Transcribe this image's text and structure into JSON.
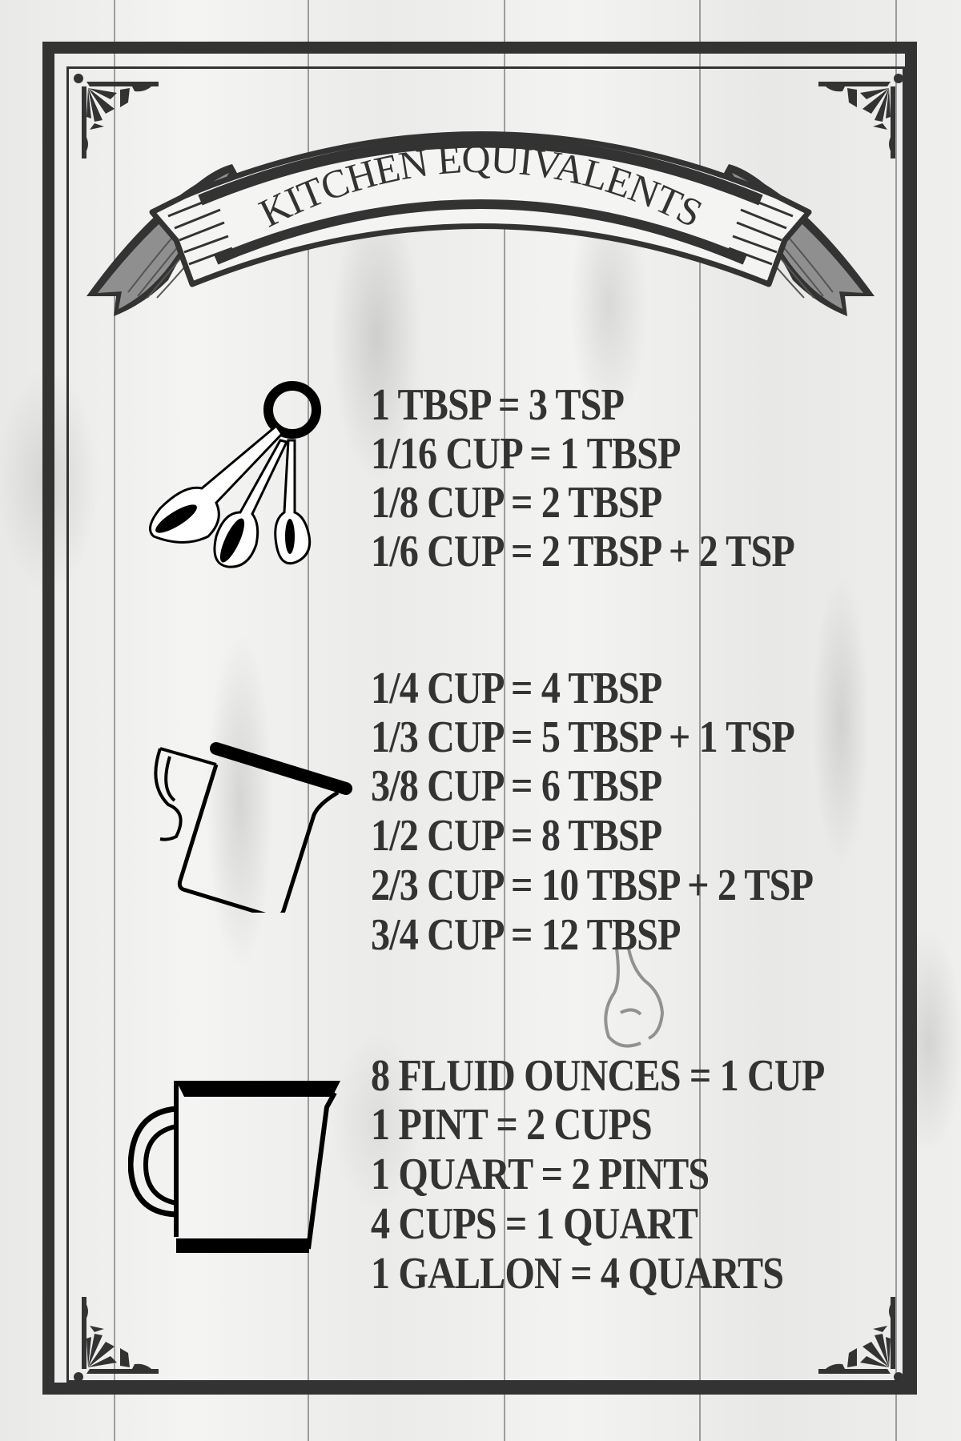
{
  "title": "KITCHEN EQUIVALENTS",
  "groups": [
    {
      "icon": "measuring-spoons-icon",
      "rows": [
        "1 TBSP = 3 TSP",
        "1/16 CUP = 1 TBSP",
        "1/8 CUP = 2 TBSP",
        "1/6 CUP = 2 TBSP + 2 TSP"
      ]
    },
    {
      "icon": "measuring-cup-tilted-icon",
      "rows": [
        "1/4 CUP = 4 TBSP",
        "1/3 CUP = 5 TBSP + 1 TSP",
        "3/8 CUP = 6 TBSP",
        "1/2 CUP = 8 TBSP",
        "2/3 CUP = 10 TBSP + 2 TSP",
        "3/4 CUP = 12 TBSP"
      ]
    },
    {
      "icon": "measuring-pitcher-icon",
      "rows": [
        "8 FLUID OUNCES = 1 CUP",
        "1 PINT = 2 CUPS",
        "1 QUART = 2 PINTS",
        "4 CUPS = 1  QUART",
        "1 GALLON = 4 QUARTS"
      ]
    }
  ],
  "colors": {
    "ink": "#333333",
    "banner_wing": "#8f8f8f",
    "background": "#eeeeec"
  }
}
